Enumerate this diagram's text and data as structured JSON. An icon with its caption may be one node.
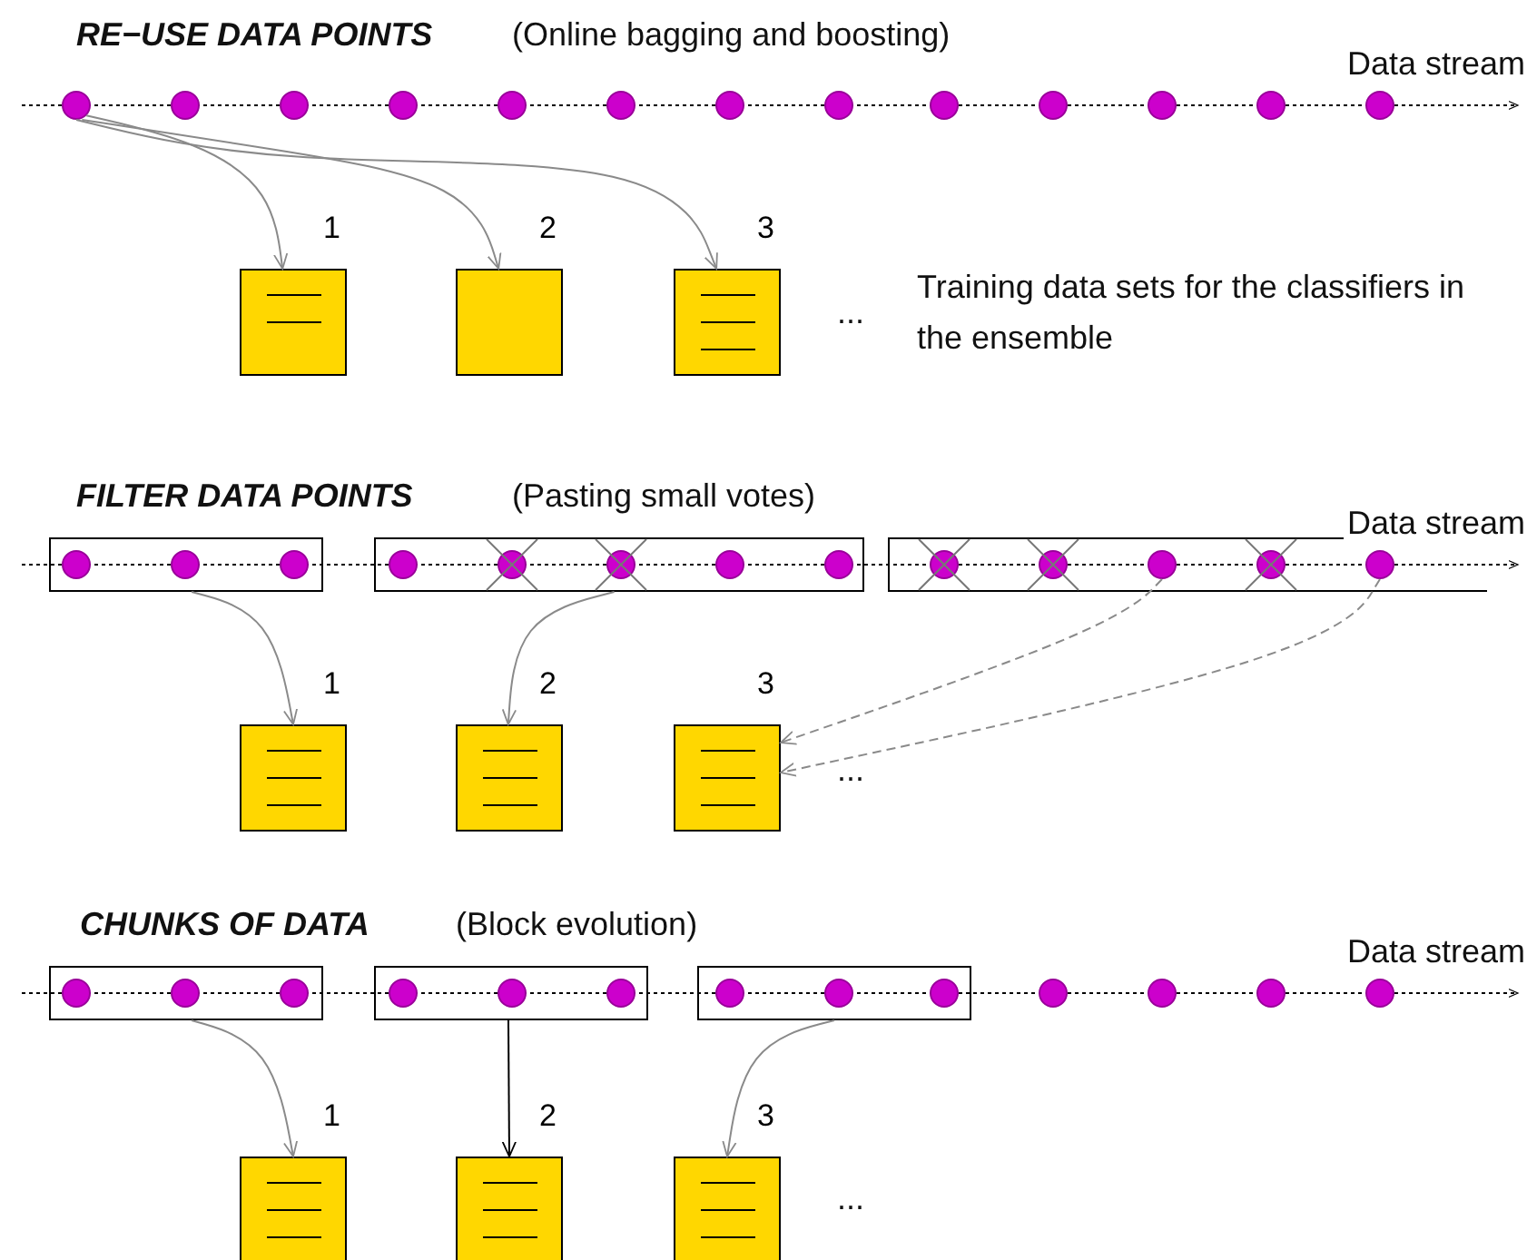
{
  "diagram": {
    "nodes": [
      {
        "text": [],
        "shape": "circle"
      },
      {
        "text": [],
        "shape": "circle"
      },
      {
        "text": [],
        "shape": "circle"
      },
      {
        "text": [],
        "shape": "circle"
      },
      {
        "text": [],
        "shape": "circle"
      },
      {
        "text": [],
        "shape": "circle"
      },
      {
        "text": [],
        "shape": "circle"
      },
      {
        "text": [],
        "shape": "circle"
      },
      {
        "text": [],
        "shape": "circle"
      },
      {
        "text": [],
        "shape": "circle"
      },
      {
        "text": [],
        "shape": "circle"
      },
      {
        "text": [],
        "shape": "circle"
      },
      {
        "text": [],
        "shape": "circle"
      },
      {
        "text": [],
        "shape": "box",
        "beside": [
          "1"
        ]
      },
      {
        "text": [],
        "shape": "box",
        "beside": [
          "2"
        ]
      },
      {
        "text": [],
        "shape": "box",
        "beside": [
          "3"
        ]
      },
      {
        "text": [],
        "shape": "box"
      },
      {
        "text": [],
        "shape": "circle",
        "in": 16
      },
      {
        "text": [],
        "shape": "circle",
        "in": 16
      },
      {
        "text": [],
        "shape": "circle",
        "in": 16
      },
      {
        "text": [],
        "shape": "box"
      },
      {
        "text": [],
        "shape": "circle",
        "in": 20
      },
      {
        "text": [],
        "shape": "circle",
        "in": 20
      },
      {
        "text": [],
        "shape": "circle",
        "in": 20
      },
      {
        "text": [],
        "shape": "circle",
        "in": 20
      },
      {
        "text": [],
        "shape": "circle",
        "in": 20
      },
      {
        "text": [],
        "shape": "box"
      },
      {
        "text": [],
        "shape": "circle",
        "in": 26
      },
      {
        "text": [],
        "shape": "circle",
        "in": 26
      },
      {
        "text": [],
        "shape": "circle",
        "in": 26
      },
      {
        "text": [],
        "shape": "circle",
        "in": 26
      },
      {
        "text": [],
        "shape": "circle",
        "in": 26
      },
      {
        "text": [],
        "shape": "box",
        "beside": [
          "1"
        ]
      },
      {
        "text": [],
        "shape": "box",
        "beside": [
          "2"
        ]
      },
      {
        "text": [],
        "shape": "box",
        "beside": [
          "3"
        ]
      },
      {
        "text": [],
        "shape": "box"
      },
      {
        "text": [],
        "shape": "circle",
        "in": 35
      },
      {
        "text": [],
        "shape": "circle",
        "in": 35
      },
      {
        "text": [],
        "shape": "circle",
        "in": 35
      },
      {
        "text": [],
        "shape": "box"
      },
      {
        "text": [],
        "shape": "circle",
        "in": 39
      },
      {
        "text": [],
        "shape": "circle",
        "in": 39
      },
      {
        "text": [],
        "shape": "circle",
        "in": 39
      },
      {
        "text": [],
        "shape": "box"
      },
      {
        "text": [],
        "shape": "circle",
        "in": 43
      },
      {
        "text": [],
        "shape": "circle",
        "in": 43
      },
      {
        "text": [],
        "shape": "circle",
        "in": 43
      },
      {
        "text": [],
        "shape": "circle"
      },
      {
        "text": [],
        "shape": "circle"
      },
      {
        "text": [],
        "shape": "circle"
      },
      {
        "text": [],
        "shape": "circle"
      },
      {
        "text": [],
        "shape": "box",
        "beside": [
          "1"
        ]
      },
      {
        "text": [],
        "shape": "box",
        "beside": [
          "2"
        ]
      },
      {
        "text": [],
        "shape": "box",
        "beside": [
          "3"
        ]
      }
    ],
    "edges": [
      {
        "from": 0,
        "to": 13,
        "arrow": "to"
      },
      {
        "from": 0,
        "to": 14,
        "arrow": "to"
      },
      {
        "from": 0,
        "to": 15,
        "arrow": "to"
      },
      {
        "from": 16,
        "to": 32,
        "arrow": "to"
      },
      {
        "from": 20,
        "to": 33,
        "arrow": "to"
      },
      {
        "from": 29,
        "to": 34,
        "arrow": "to",
        "style": "dashed"
      },
      {
        "from": 31,
        "to": 34,
        "arrow": "to",
        "style": "dashed"
      },
      {
        "from": 35,
        "to": 51,
        "arrow": "to"
      },
      {
        "from": 39,
        "to": 52,
        "arrow": "to",
        "color": "#000000"
      },
      {
        "from": 43,
        "to": 53,
        "arrow": "to"
      }
    ],
    "labels": [
      "RE−USE DATA POINTS",
      "(Online bagging and boosting)",
      "Data stream",
      "...",
      "Training data sets for the classifiers in the ensemble",
      "FILTER DATA POINTS",
      "(Pasting small votes)",
      "Data stream",
      "...",
      "CHUNKS OF DATA",
      "(Block evolution)",
      "Data stream",
      "..."
    ]
  }
}
